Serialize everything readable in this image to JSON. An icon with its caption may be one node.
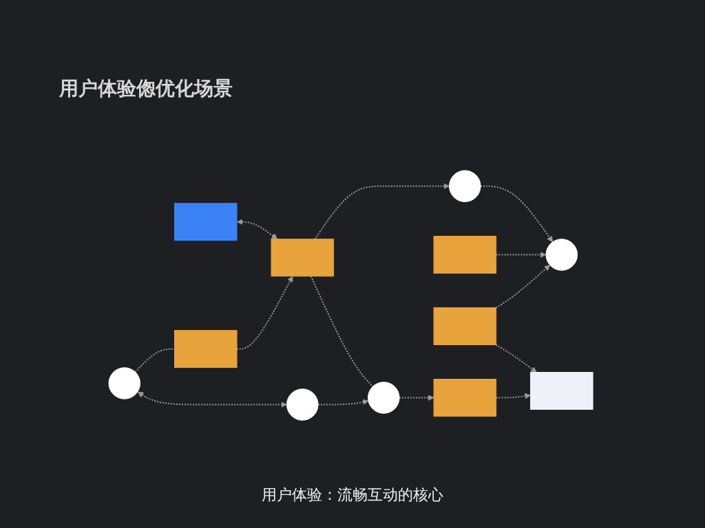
{
  "diagram": {
    "title": "用户体验偬优化场景",
    "caption": "用户体验：流畅互动的核心",
    "nodes": [
      {
        "text": [],
        "shape": "box"
      },
      {
        "text": [],
        "shape": "person"
      },
      {
        "text": [],
        "shape": "box"
      },
      {
        "text": [],
        "shape": "person"
      },
      {
        "text": [],
        "shape": "box"
      },
      {
        "text": [],
        "shape": "person"
      },
      {
        "text": [],
        "shape": "box"
      },
      {
        "text": [],
        "shape": "box"
      },
      {
        "text": [],
        "shape": "person"
      },
      {
        "text": [],
        "shape": "person"
      },
      {
        "text": [],
        "shape": "box"
      },
      {
        "text": [],
        "shape": "box"
      }
    ],
    "edges": [
      {
        "from": 0,
        "to": 7,
        "arrow": "both"
      },
      {
        "from": 7,
        "to": 1,
        "arrow": "to"
      },
      {
        "from": 1,
        "to": 3,
        "arrow": "to"
      },
      {
        "from": 2,
        "to": 3,
        "arrow": "to"
      },
      {
        "from": 4,
        "to": 3,
        "arrow": "to"
      },
      {
        "from": 4,
        "to": 11,
        "arrow": "to"
      },
      {
        "from": 5,
        "to": 6,
        "arrow": "none"
      },
      {
        "from": 6,
        "to": 7,
        "arrow": "to"
      },
      {
        "from": 7,
        "to": 9,
        "arrow": "none"
      },
      {
        "from": 5,
        "to": 8,
        "arrow": "both"
      },
      {
        "from": 8,
        "to": 9,
        "arrow": "to"
      },
      {
        "from": 9,
        "to": 10,
        "arrow": "to"
      },
      {
        "from": 10,
        "to": 11,
        "arrow": "to"
      }
    ]
  }
}
